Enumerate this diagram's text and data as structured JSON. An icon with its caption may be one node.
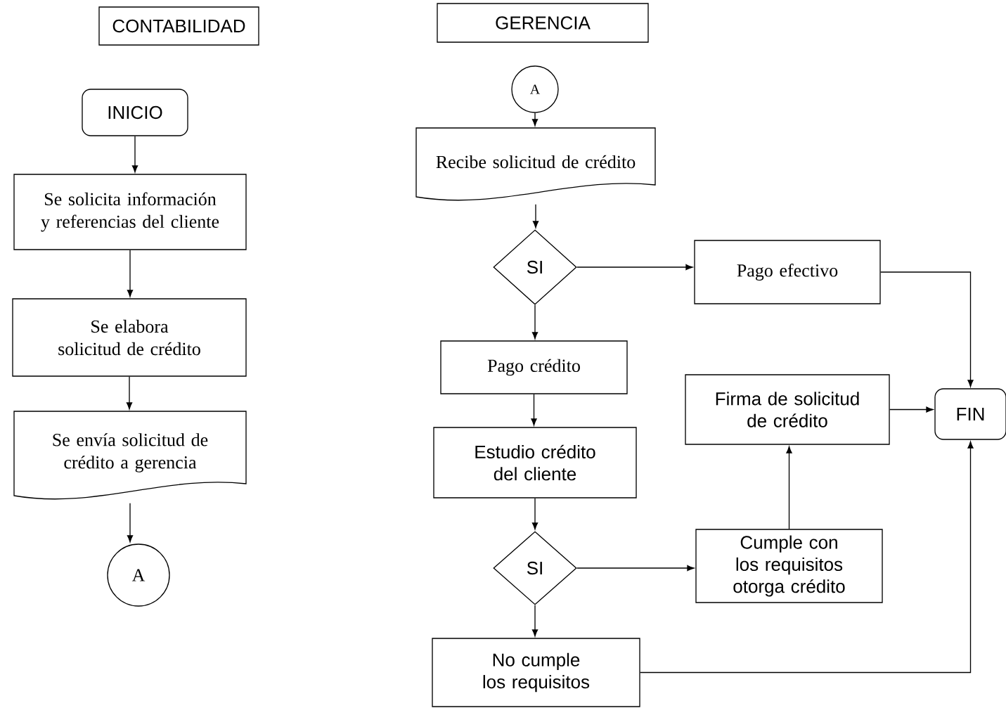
{
  "diagram": {
    "nodes": [
      {
        "text": [
          "CONTABILIDAD"
        ]
      },
      {
        "text": [
          "GERENCIA"
        ]
      },
      {
        "text": [
          "INICIO"
        ]
      },
      {
        "text": [
          "Se solicita información y referencias del cliente"
        ]
      },
      {
        "text": [
          "Se elabora solicitud de crédito"
        ]
      },
      {
        "text": [
          "Se envía solicitud de crédito a gerencia"
        ]
      },
      {
        "text": [
          "A"
        ]
      },
      {
        "text": [
          "A"
        ]
      },
      {
        "text": [
          "Recibe solicitud de crédito"
        ]
      },
      {
        "text": [
          "SI"
        ]
      },
      {
        "text": [
          "Pago efectivo"
        ]
      },
      {
        "text": [
          "Pago crédito"
        ]
      },
      {
        "text": [
          "Estudio crédito del cliente"
        ]
      },
      {
        "text": [
          "Firma de solicitud de crédito"
        ]
      },
      {
        "text": [
          "FIN"
        ]
      },
      {
        "text": [
          "SI"
        ]
      },
      {
        "text": [
          "Cumple con los requisitos otorga crédito"
        ]
      },
      {
        "text": [
          "No cumple los requisitos"
        ]
      }
    ],
    "edges": [
      {
        "from": 2,
        "to": 3,
        "arrow": "to"
      },
      {
        "from": 3,
        "to": 4,
        "arrow": "to"
      },
      {
        "from": 4,
        "to": 5,
        "arrow": "to"
      },
      {
        "from": 5,
        "to": 6,
        "arrow": "to"
      },
      {
        "from": 7,
        "to": 8,
        "arrow": "to"
      },
      {
        "from": 8,
        "to": 9,
        "arrow": "to"
      },
      {
        "from": 9,
        "to": 10,
        "arrow": "to"
      },
      {
        "from": 9,
        "to": 11,
        "arrow": "to"
      },
      {
        "from": 10,
        "to": 14,
        "arrow": "to"
      },
      {
        "from": 11,
        "to": 12,
        "arrow": "to"
      },
      {
        "from": 12,
        "to": 15,
        "arrow": "to"
      },
      {
        "from": 15,
        "to": 16,
        "arrow": "to"
      },
      {
        "from": 15,
        "to": 17,
        "arrow": "to"
      },
      {
        "from": 16,
        "to": 13,
        "arrow": "to"
      },
      {
        "from": 13,
        "to": 14,
        "arrow": "to"
      },
      {
        "from": 17,
        "to": 14,
        "arrow": "to"
      }
    ]
  }
}
